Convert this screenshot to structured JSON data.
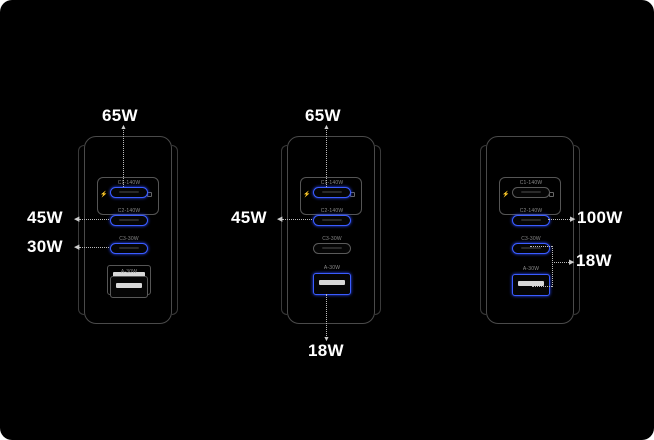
{
  "ports": {
    "c1": "C1-140W",
    "c2": "C2-140W",
    "c3": "C3-30W",
    "a": "A-30W"
  },
  "configs": [
    {
      "top": "65W",
      "left_mid": "45W",
      "left_low": "30W"
    },
    {
      "top": "65W",
      "left_mid": "45W",
      "bottom": "18W"
    },
    {
      "right_mid": "100W",
      "right_low": "18W"
    }
  ],
  "colors": {
    "background": "#000000",
    "active_port": "#3a5cff",
    "outline": "#4a4a4a"
  },
  "icons": [
    "bolt-icon",
    "led-indicator-icon",
    "arrow-icon"
  ]
}
